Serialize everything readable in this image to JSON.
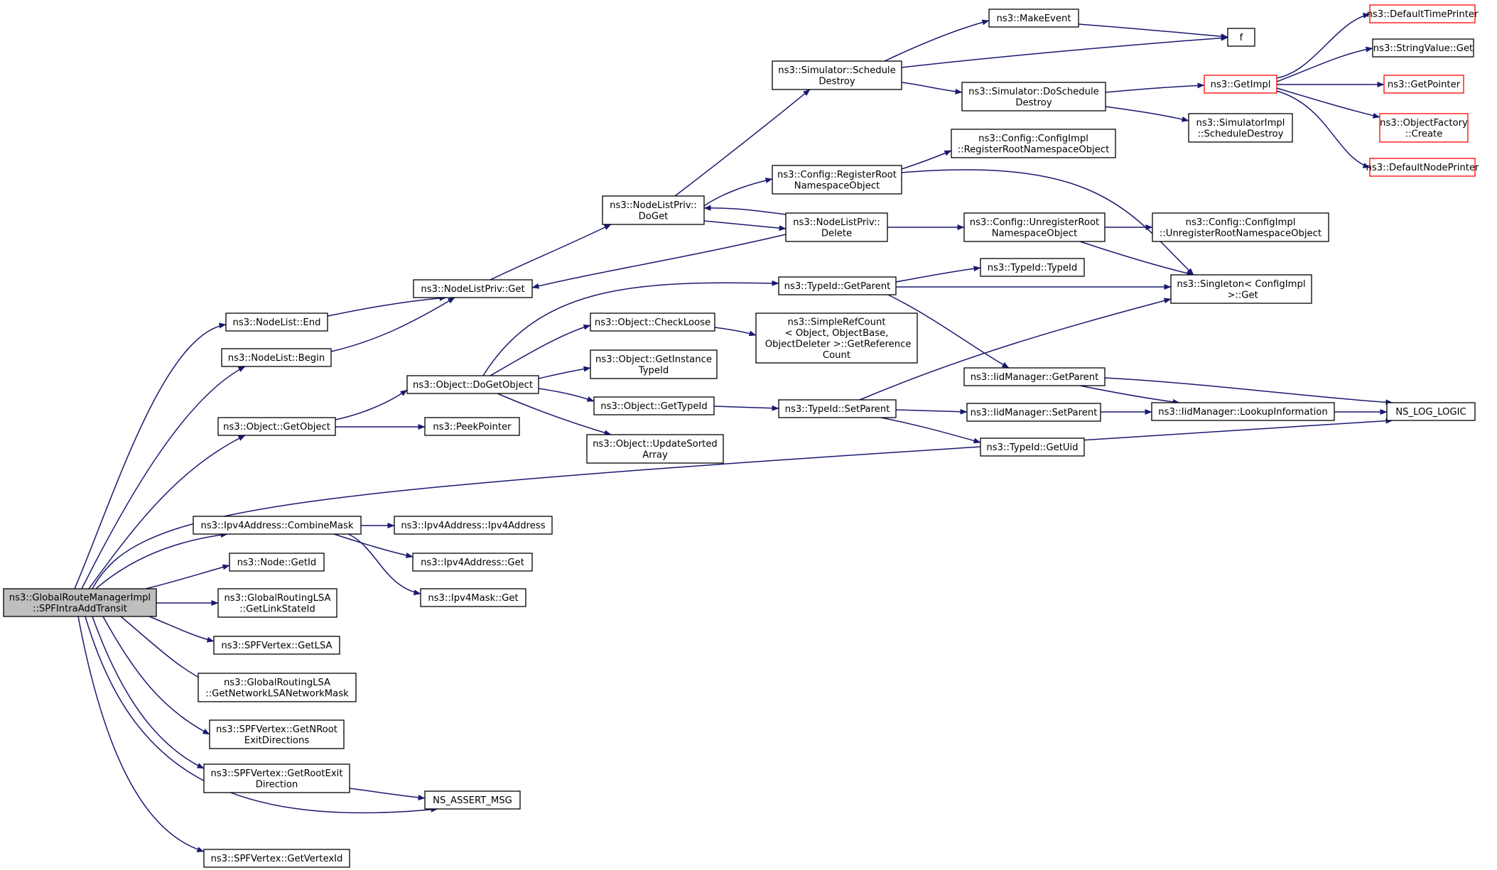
{
  "colors": {
    "edge": "#191970",
    "node_border": "#000000",
    "node_fill": "#ffffff",
    "root_fill": "#bfbfbf",
    "truncated_border": "#ff0000"
  },
  "nodes": [
    {
      "id": "root",
      "lines": [
        "ns3::GlobalRouteManagerImpl",
        "::SPFIntraAddTransit"
      ],
      "style": "root"
    },
    {
      "id": "nl_end",
      "lines": [
        "ns3::NodeList::End"
      ]
    },
    {
      "id": "nl_begin",
      "lines": [
        "ns3::NodeList::Begin"
      ]
    },
    {
      "id": "nlp_get",
      "lines": [
        "ns3::NodeListPriv::Get"
      ]
    },
    {
      "id": "nlp_doget",
      "lines": [
        "ns3::NodeListPriv::",
        "DoGet"
      ]
    },
    {
      "id": "sim_sched",
      "lines": [
        "ns3::Simulator::Schedule",
        "Destroy"
      ]
    },
    {
      "id": "makeevent",
      "lines": [
        "ns3::MakeEvent"
      ]
    },
    {
      "id": "f",
      "lines": [
        "f"
      ]
    },
    {
      "id": "sim_dosched",
      "lines": [
        "ns3::Simulator::DoSchedule",
        "Destroy"
      ]
    },
    {
      "id": "getimpl",
      "lines": [
        "ns3::GetImpl"
      ],
      "style": "truncated"
    },
    {
      "id": "deftime",
      "lines": [
        "ns3::DefaultTimePrinter"
      ],
      "style": "truncated"
    },
    {
      "id": "strval",
      "lines": [
        "ns3::StringValue::Get"
      ]
    },
    {
      "id": "getptr",
      "lines": [
        "ns3::GetPointer"
      ],
      "style": "truncated"
    },
    {
      "id": "objfact",
      "lines": [
        "ns3::ObjectFactory",
        "::Create"
      ],
      "style": "truncated"
    },
    {
      "id": "defnode",
      "lines": [
        "ns3::DefaultNodePrinter"
      ],
      "style": "truncated"
    },
    {
      "id": "simimpl",
      "lines": [
        "ns3::SimulatorImpl",
        "::ScheduleDestroy"
      ]
    },
    {
      "id": "cfg_regroot",
      "lines": [
        "ns3::Config::RegisterRoot",
        "NamespaceObject"
      ]
    },
    {
      "id": "cfgimpl_reg",
      "lines": [
        "ns3::Config::ConfigImpl",
        "::RegisterRootNamespaceObject"
      ]
    },
    {
      "id": "nlp_delete",
      "lines": [
        "ns3::NodeListPriv::",
        "Delete"
      ]
    },
    {
      "id": "cfg_unreg",
      "lines": [
        "ns3::Config::UnregisterRoot",
        "NamespaceObject"
      ]
    },
    {
      "id": "cfgimpl_unreg",
      "lines": [
        "ns3::Config::ConfigImpl",
        "::UnregisterRootNamespaceObject"
      ]
    },
    {
      "id": "singleton",
      "lines": [
        "ns3::Singleton< ConfigImpl",
        " >::Get"
      ]
    },
    {
      "id": "typeid_getparent",
      "lines": [
        "ns3::TypeId::GetParent"
      ]
    },
    {
      "id": "typeid_typeid",
      "lines": [
        "ns3::TypeId::TypeId"
      ]
    },
    {
      "id": "obj_getobject",
      "lines": [
        "ns3::Object::GetObject"
      ]
    },
    {
      "id": "obj_dogetobject",
      "lines": [
        "ns3::Object::DoGetObject"
      ]
    },
    {
      "id": "obj_checkloose",
      "lines": [
        "ns3::Object::CheckLoose"
      ]
    },
    {
      "id": "simplerefcount",
      "lines": [
        "ns3::SimpleRefCount",
        "< Object, ObjectBase,",
        " ObjectDeleter >::GetReference",
        "Count"
      ]
    },
    {
      "id": "obj_getinst",
      "lines": [
        "ns3::Object::GetInstance",
        "TypeId"
      ]
    },
    {
      "id": "obj_gettypeid",
      "lines": [
        "ns3::Object::GetTypeId"
      ]
    },
    {
      "id": "obj_updsorted",
      "lines": [
        "ns3::Object::UpdateSorted",
        "Array"
      ]
    },
    {
      "id": "peekptr",
      "lines": [
        "ns3::PeekPointer"
      ]
    },
    {
      "id": "typeid_setparent",
      "lines": [
        "ns3::TypeId::SetParent"
      ]
    },
    {
      "id": "iid_getparent",
      "lines": [
        "ns3::IidManager::GetParent"
      ]
    },
    {
      "id": "iid_setparent",
      "lines": [
        "ns3::IidManager::SetParent"
      ]
    },
    {
      "id": "iid_lookup",
      "lines": [
        "ns3::IidManager::LookupInformation"
      ]
    },
    {
      "id": "nslog",
      "lines": [
        "NS_LOG_LOGIC"
      ]
    },
    {
      "id": "typeid_getuid",
      "lines": [
        "ns3::TypeId::GetUid"
      ]
    },
    {
      "id": "ipv4_combine",
      "lines": [
        "ns3::Ipv4Address::CombineMask"
      ]
    },
    {
      "id": "ipv4_ctor",
      "lines": [
        "ns3::Ipv4Address::Ipv4Address"
      ]
    },
    {
      "id": "ipv4_get",
      "lines": [
        "ns3::Ipv4Address::Get"
      ]
    },
    {
      "id": "ipv4mask_get",
      "lines": [
        "ns3::Ipv4Mask::Get"
      ]
    },
    {
      "id": "node_getid",
      "lines": [
        "ns3::Node::GetId"
      ]
    },
    {
      "id": "grlsa_linkstate",
      "lines": [
        "ns3::GlobalRoutingLSA",
        "::GetLinkStateId"
      ]
    },
    {
      "id": "spf_getlsa",
      "lines": [
        "ns3::SPFVertex::GetLSA"
      ]
    },
    {
      "id": "grlsa_netmask",
      "lines": [
        "ns3::GlobalRoutingLSA",
        "::GetNetworkLSANetworkMask"
      ]
    },
    {
      "id": "spf_nroot",
      "lines": [
        "ns3::SPFVertex::GetNRoot",
        "ExitDirections"
      ]
    },
    {
      "id": "spf_rootexit",
      "lines": [
        "ns3::SPFVertex::GetRootExit",
        "Direction"
      ]
    },
    {
      "id": "nsassert",
      "lines": [
        "NS_ASSERT_MSG"
      ]
    },
    {
      "id": "spf_vertexid",
      "lines": [
        "ns3::SPFVertex::GetVertexId"
      ]
    }
  ]
}
